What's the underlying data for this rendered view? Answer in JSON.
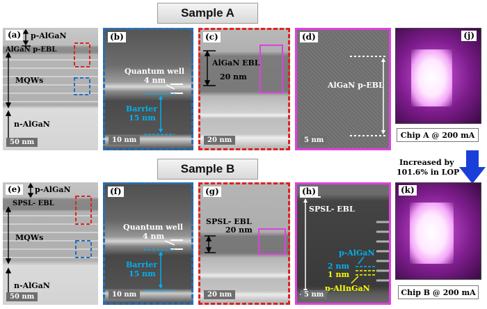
{
  "sample_a": {
    "title": "Sample A",
    "a": {
      "label": "(a)",
      "p_algan": "p-AlGaN",
      "ebl": "AlGaN p-EBL",
      "mqws": "MQWs",
      "n_algan": "n-AlGaN",
      "scale": "50 nm"
    },
    "b": {
      "label": "(b)",
      "qw_line1": "Quantum well",
      "qw_line2": "4 nm",
      "barrier_line1": "Barrier",
      "barrier_line2": "15 nm",
      "scale": "10 nm"
    },
    "c": {
      "label": "(c)",
      "ebl_line1": "AlGaN EBL",
      "ebl_line2": "20 nm",
      "scale": "20 nm"
    },
    "d": {
      "label": "(d)",
      "ebl": "AlGaN p-EBL",
      "scale": "5 nm"
    },
    "j": {
      "label": "(j)",
      "caption": "Chip A  @ 200 mA"
    }
  },
  "sample_b": {
    "title": "Sample B",
    "e": {
      "label": "(e)",
      "p_algan": "p-AlGaN",
      "ebl": "SPSL- EBL",
      "mqws": "MQWs",
      "n_algan": "n-AlGaN",
      "scale": "50 nm"
    },
    "f": {
      "label": "(f)",
      "qw_line1": "Quantum well",
      "qw_line2": "4 nm",
      "barrier_line1": "Barrier",
      "barrier_line2": "15 nm",
      "scale": "10 nm"
    },
    "g": {
      "label": "(g)",
      "ebl_line1": "SPSL- EBL",
      "ebl_line2": "20 nm",
      "scale": "20 nm"
    },
    "h": {
      "label": "(h)",
      "ebl": "SPSL- EBL",
      "p_algan": "p-AlGaN",
      "two_nm": "2 nm",
      "one_nm": "1 nm",
      "p_alingan": "p-AlInGaN",
      "scale": "5 nm"
    },
    "k": {
      "label": "(k)",
      "caption": "Chip B  @ 200 mA"
    }
  },
  "annotation": {
    "line1": "Increased by",
    "line2": "101.6% in LOP"
  },
  "colors": {
    "blue_box": "#1f6fc0",
    "red_box": "#e02020",
    "magenta_box": "#e040e0",
    "cyan_text": "#00b0f0",
    "yellow_text": "#ffff00",
    "arrow_blue": "#1a3fd8"
  }
}
